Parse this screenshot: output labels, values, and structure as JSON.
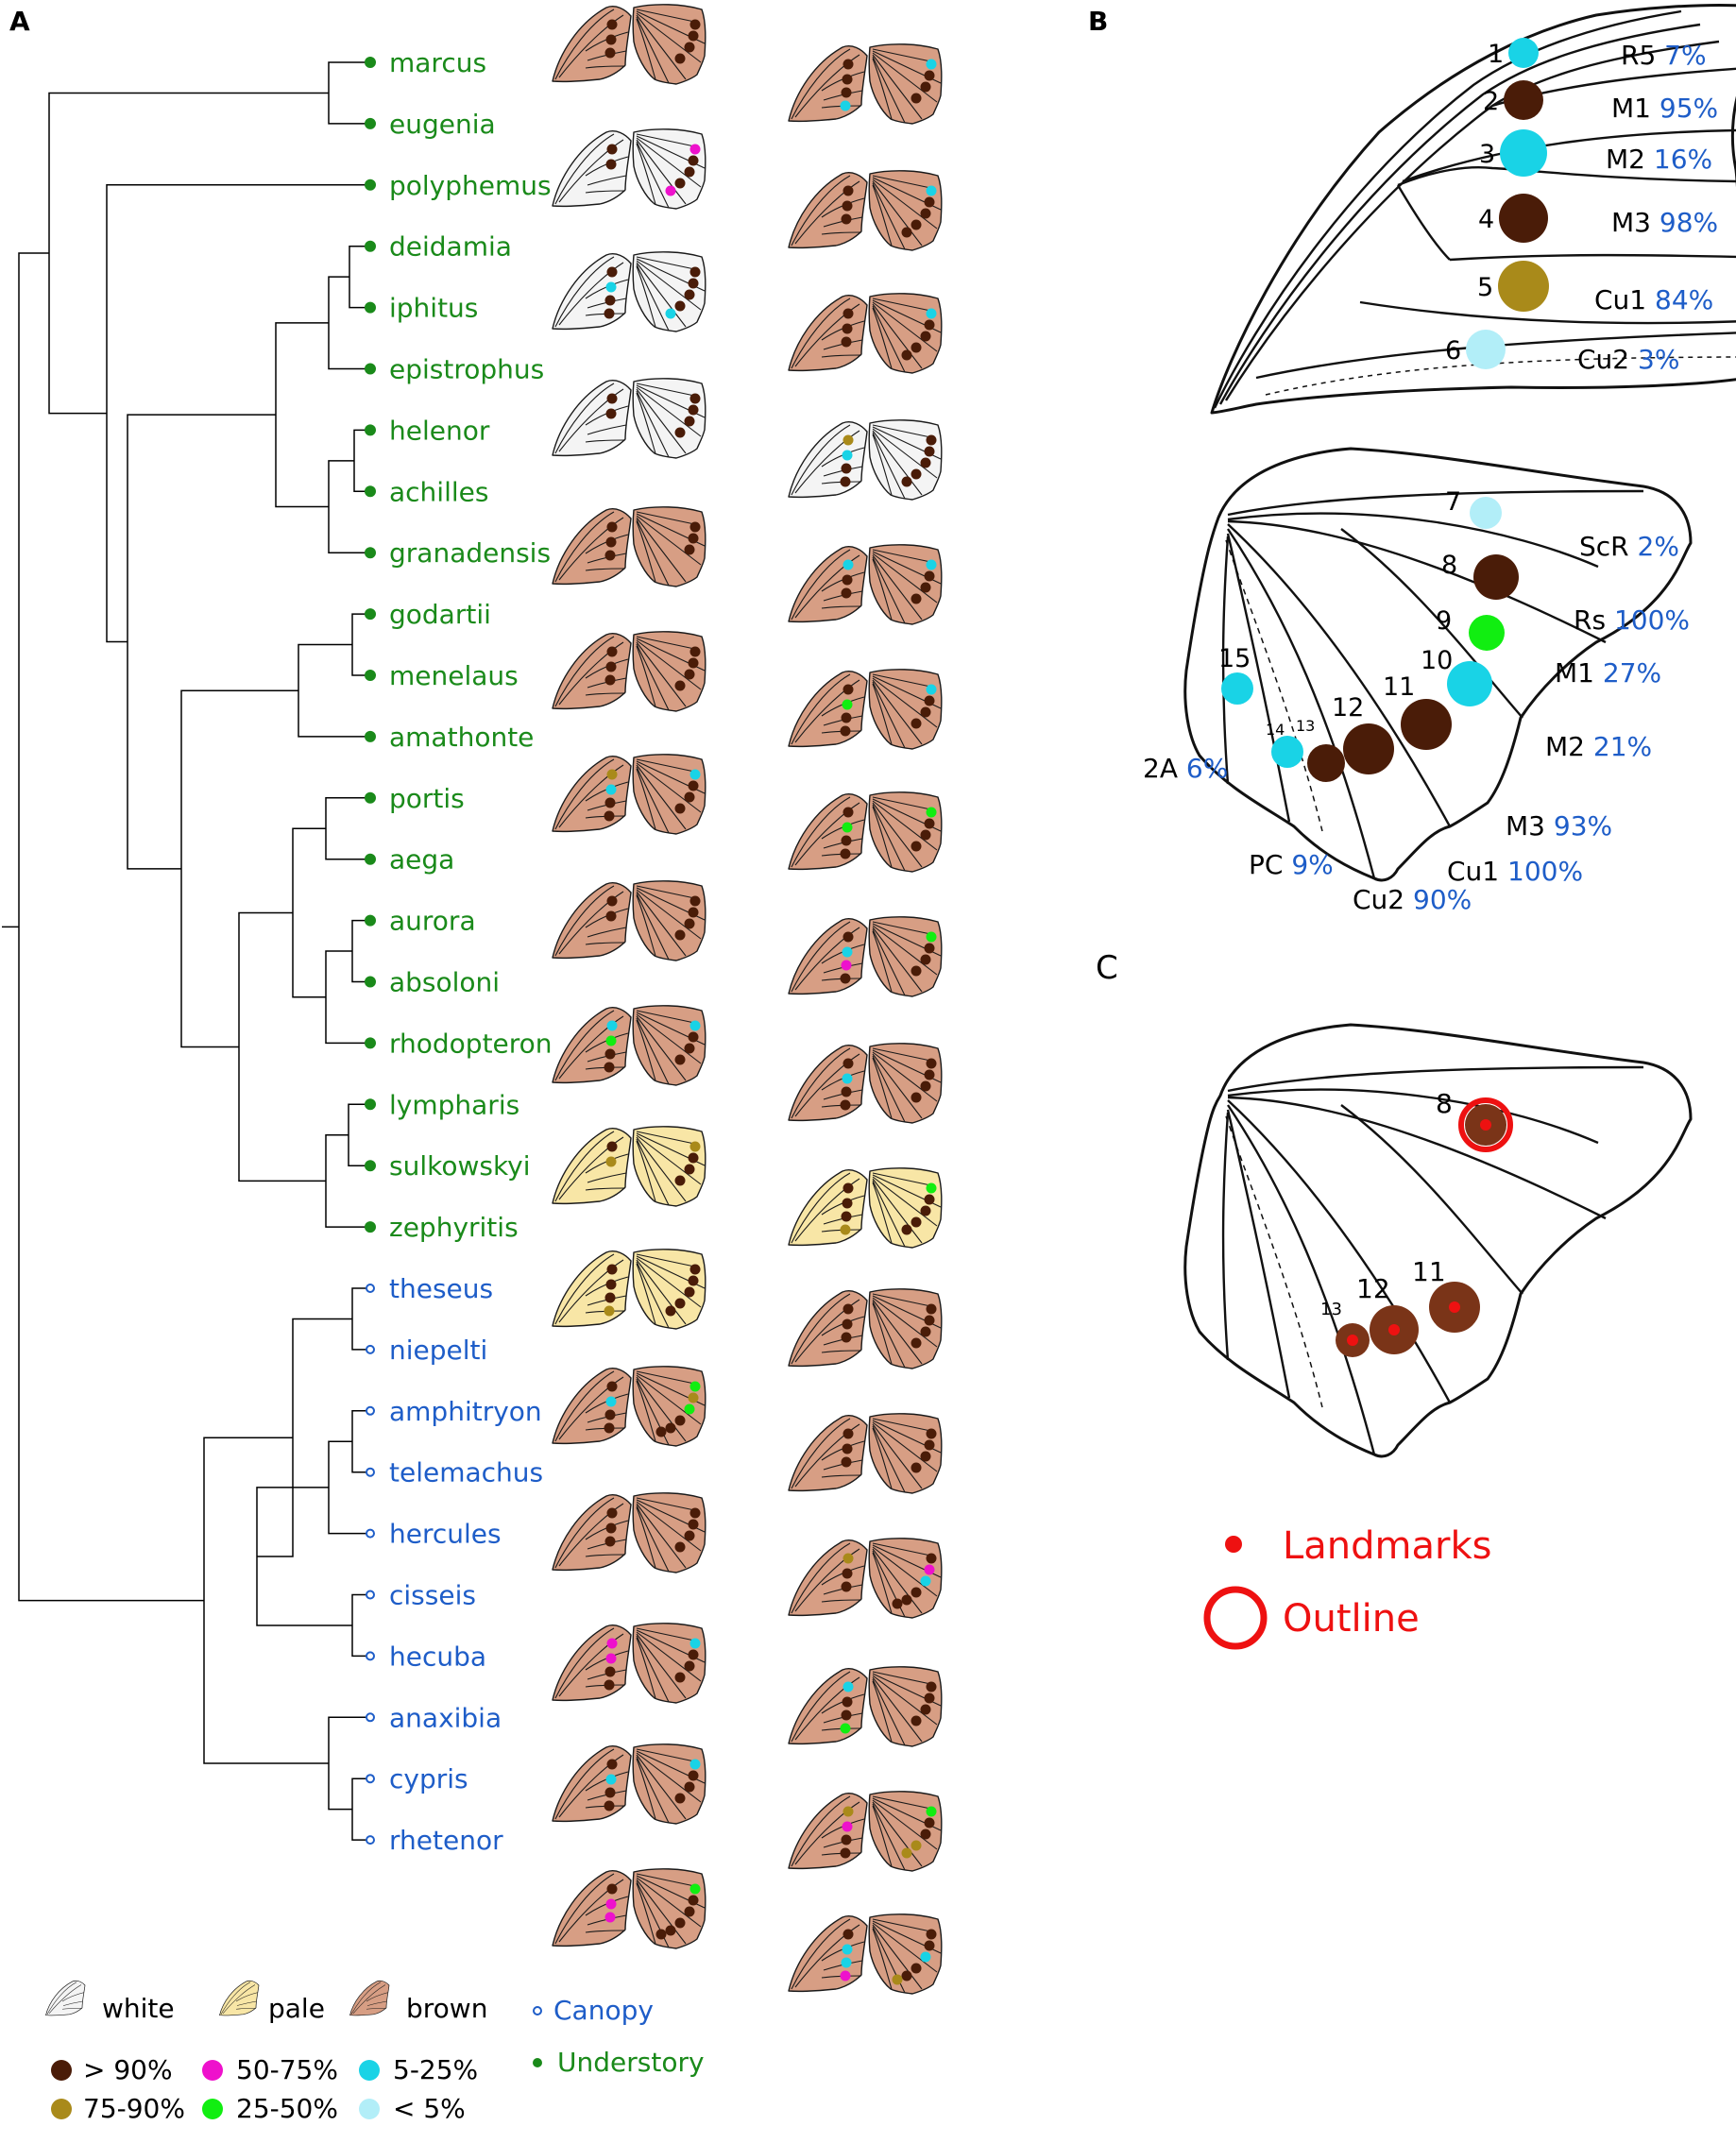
{
  "panels": {
    "a": "A",
    "b": "B",
    "c": "C"
  },
  "colors": {
    "green": "#1a8a1a",
    "blue": "#1e5dc8",
    "pctBlue": "#1e5dc8",
    "brown": "#d79e84",
    "pale": "#f8e6a6",
    "white": "#f4f4f4",
    "red": "#ee1111",
    "spot": {
      "d": "#4a1c08",
      "o": "#a98a1a",
      "m": "#ee11cc",
      "g": "#11ee11",
      "c": "#19d3e6",
      "l": "#b2eef8"
    }
  },
  "species": [
    {
      "name": "marcus",
      "habitat": "understory"
    },
    {
      "name": "eugenia",
      "habitat": "understory"
    },
    {
      "name": "polyphemus",
      "habitat": "understory"
    },
    {
      "name": "deidamia",
      "habitat": "understory"
    },
    {
      "name": "iphitus",
      "habitat": "understory"
    },
    {
      "name": "epistrophus",
      "habitat": "understory"
    },
    {
      "name": "helenor",
      "habitat": "understory"
    },
    {
      "name": "achilles",
      "habitat": "understory"
    },
    {
      "name": "granadensis",
      "habitat": "understory"
    },
    {
      "name": "godartii",
      "habitat": "understory"
    },
    {
      "name": "menelaus",
      "habitat": "understory"
    },
    {
      "name": "amathonte",
      "habitat": "understory"
    },
    {
      "name": "portis",
      "habitat": "understory"
    },
    {
      "name": "aega",
      "habitat": "understory"
    },
    {
      "name": "aurora",
      "habitat": "understory"
    },
    {
      "name": "absoloni",
      "habitat": "understory"
    },
    {
      "name": "rhodopteron",
      "habitat": "understory"
    },
    {
      "name": "lympharis",
      "habitat": "understory"
    },
    {
      "name": "sulkowskyi",
      "habitat": "understory"
    },
    {
      "name": "zephyritis",
      "habitat": "understory"
    },
    {
      "name": "theseus",
      "habitat": "canopy"
    },
    {
      "name": "niepelti",
      "habitat": "canopy"
    },
    {
      "name": "amphitryon",
      "habitat": "canopy"
    },
    {
      "name": "telemachus",
      "habitat": "canopy"
    },
    {
      "name": "hercules",
      "habitat": "canopy"
    },
    {
      "name": "cisseis",
      "habitat": "canopy"
    },
    {
      "name": "hecuba",
      "habitat": "canopy"
    },
    {
      "name": "anaxibia",
      "habitat": "canopy"
    },
    {
      "name": "cypris",
      "habitat": "canopy"
    },
    {
      "name": "rhetenor",
      "habitat": "canopy"
    }
  ],
  "wings": [
    {
      "color": "brown",
      "fore": "ddd",
      "hind": "dddd"
    },
    {
      "color": "brown",
      "fore": "dddc",
      "hind": "cddd"
    },
    {
      "color": "white",
      "fore": "dd",
      "hind": "mdddm"
    },
    {
      "color": "brown",
      "fore": "ddd",
      "hind": "cdddd"
    },
    {
      "color": "white",
      "fore": "dcdd",
      "hind": "ddddc"
    },
    {
      "color": "brown",
      "fore": "ddd",
      "hind": "cdddd"
    },
    {
      "color": "white",
      "fore": "dd",
      "hind": "dddd"
    },
    {
      "color": "white",
      "fore": "ocdd",
      "hind": "ddddd"
    },
    {
      "color": "brown",
      "fore": "ddd",
      "hind": "ddd"
    },
    {
      "color": "brown",
      "fore": "cdd",
      "hind": "cddd"
    },
    {
      "color": "brown",
      "fore": "ddd",
      "hind": "dddd"
    },
    {
      "color": "brown",
      "fore": "dgdd",
      "hind": "cddd"
    },
    {
      "color": "brown",
      "fore": "ocdd",
      "hind": "cddd"
    },
    {
      "color": "brown",
      "fore": "dgdd",
      "hind": "gddd"
    },
    {
      "color": "brown",
      "fore": "dd",
      "hind": "dddd"
    },
    {
      "color": "brown",
      "fore": "dcmd",
      "hind": "gddd"
    },
    {
      "color": "brown",
      "fore": "cgdd",
      "hind": "cddd"
    },
    {
      "color": "brown",
      "fore": "dcdd",
      "hind": "dddd"
    },
    {
      "color": "pale",
      "fore": "do",
      "hind": "oddd"
    },
    {
      "color": "pale",
      "fore": "dddo",
      "hind": "gdddd"
    },
    {
      "color": "pale",
      "fore": "dddo",
      "hind": "ddddd"
    },
    {
      "color": "brown",
      "fore": "ddd",
      "hind": "dddd"
    },
    {
      "color": "brown",
      "fore": "dcdd",
      "hind": "gogddd"
    },
    {
      "color": "brown",
      "fore": "ddd",
      "hind": "dddd"
    },
    {
      "color": "brown",
      "fore": "ddd",
      "hind": "dddd"
    },
    {
      "color": "brown",
      "fore": "odd",
      "hind": "dmcddd"
    },
    {
      "color": "brown",
      "fore": "mmdd",
      "hind": "cddd"
    },
    {
      "color": "brown",
      "fore": "cddg",
      "hind": "dddd"
    },
    {
      "color": "brown",
      "fore": "dcdd",
      "hind": "cddd"
    },
    {
      "color": "brown",
      "fore": "omdd",
      "hind": "gddoo"
    },
    {
      "color": "brown",
      "fore": "dmm",
      "hind": "gddddd"
    },
    {
      "color": "brown",
      "fore": "dccm",
      "hind": "ddcddo"
    }
  ],
  "legend": {
    "white": "white",
    "pale": "pale",
    "brown": "brown",
    "canopy": "Canopy",
    "understory": "Understory",
    "gt90": "> 90%",
    "p75": "75-90%",
    "p50": "50-75%",
    "p25": "25-50%",
    "p5": "5-25%",
    "lt5": "< 5%"
  },
  "forewingB": {
    "veins": [
      "R5",
      "M1",
      "M2",
      "M3",
      "Cu1",
      "Cu2"
    ],
    "pcts": [
      "7%",
      "95%",
      "16%",
      "98%",
      "84%",
      "3%"
    ],
    "spots": [
      {
        "n": "1",
        "c": "c"
      },
      {
        "n": "2",
        "c": "d"
      },
      {
        "n": "3",
        "c": "c"
      },
      {
        "n": "4",
        "c": "d"
      },
      {
        "n": "5",
        "c": "o"
      },
      {
        "n": "6",
        "c": "l"
      }
    ]
  },
  "hindwingB": {
    "veins": [
      "ScR",
      "Rs",
      "M1",
      "M2",
      "M3",
      "Cu1",
      "Cu2",
      "PC",
      "2A"
    ],
    "pcts": [
      "2%",
      "100%",
      "27%",
      "21%",
      "93%",
      "100%",
      "90%",
      "9%",
      "6%"
    ],
    "spots": [
      {
        "n": "7",
        "c": "l"
      },
      {
        "n": "8",
        "c": "d"
      },
      {
        "n": "9",
        "c": "g"
      },
      {
        "n": "10",
        "c": "c"
      },
      {
        "n": "11",
        "c": "d"
      },
      {
        "n": "12",
        "c": "d"
      },
      {
        "n": "13",
        "c": "d"
      },
      {
        "n": "14",
        "c": "c"
      },
      {
        "n": "15",
        "c": "c"
      }
    ]
  },
  "panelC": {
    "spots": [
      "8",
      "11",
      "12",
      "13"
    ],
    "landmarks": "Landmarks",
    "outline": "Outline"
  }
}
